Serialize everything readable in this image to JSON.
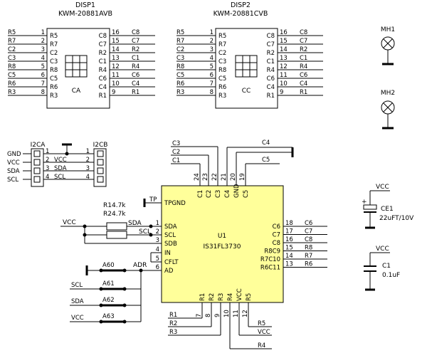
{
  "disp1": {
    "ref": "DISP1",
    "part": "KWM-20881AVB",
    "type": "CA",
    "left_nets": [
      "R5",
      "R7",
      "C2",
      "C3",
      "R8",
      "C5",
      "R6",
      "R3"
    ],
    "left_pin_nums": [
      "1",
      "2",
      "3",
      "4",
      "5",
      "6",
      "7",
      "8"
    ],
    "left_pin_names": [
      "R5",
      "R7",
      "C2",
      "C3",
      "R8",
      "C5",
      "R6",
      "R3"
    ],
    "right_pin_names": [
      "C8",
      "C7",
      "R2",
      "C1",
      "R4",
      "C6",
      "C4",
      "R1"
    ],
    "right_pin_nums": [
      "16",
      "15",
      "14",
      "13",
      "12",
      "11",
      "10",
      "9"
    ],
    "right_nets": [
      "C8",
      "C7",
      "R2",
      "C1",
      "R4",
      "C6",
      "C4",
      "R1"
    ]
  },
  "disp2": {
    "ref": "DISP2",
    "part": "KWM-20881CVB",
    "type": "CC",
    "left_nets": [
      "R5",
      "R7",
      "C2",
      "C3",
      "R8",
      "C5",
      "R6",
      "R3"
    ],
    "left_pin_nums": [
      "1",
      "2",
      "3",
      "4",
      "5",
      "6",
      "7",
      "8"
    ],
    "left_pin_names": [
      "R5",
      "R7",
      "C2",
      "C3",
      "R8",
      "C5",
      "R6",
      "R3"
    ],
    "right_pin_names": [
      "C8",
      "C7",
      "R2",
      "C1",
      "R4",
      "C6",
      "C4",
      "R1"
    ],
    "right_pin_nums": [
      "16",
      "15",
      "14",
      "13",
      "12",
      "11",
      "10",
      "9"
    ],
    "right_nets": [
      "C8",
      "C7",
      "R2",
      "C1",
      "R4",
      "C6",
      "C4",
      "R1"
    ]
  },
  "mounting": {
    "mh1": "MH1",
    "mh2": "MH2"
  },
  "connectors": {
    "i2ca": "I2CA",
    "i2cb": "I2CB",
    "ext_nets": [
      "GND",
      "VCC",
      "SDA",
      "SCL"
    ],
    "pin_nums": [
      "1",
      "2",
      "3",
      "4"
    ],
    "inner_nets": [
      "VCC",
      "SDA",
      "SCL"
    ]
  },
  "u1": {
    "ref": "U1",
    "part": "IS31FL3730",
    "top_pin_names": [
      "C1",
      "C2",
      "C3",
      "C4",
      "GND",
      "C5"
    ],
    "top_pin_nums": [
      "24",
      "23",
      "22",
      "21",
      "20",
      "19"
    ],
    "top_nets": [
      "C1",
      "C2",
      "C3",
      "C4",
      "C5"
    ],
    "left_pin_names": [
      "TPGND",
      "SDA",
      "SCL",
      "SDB",
      "IN",
      "CFLT",
      "AD"
    ],
    "left_pin_nums": [
      "1",
      "2",
      "3",
      "4",
      "5",
      "6"
    ],
    "tp_label": "TP",
    "right_pin_names": [
      "C6",
      "C7",
      "C8",
      "R8C9",
      "R7C10",
      "R6C11"
    ],
    "right_pin_nums": [
      "18",
      "17",
      "16",
      "15",
      "14",
      "13"
    ],
    "right_nets": [
      "C6",
      "C7",
      "C8",
      "R8",
      "R7",
      "R6"
    ],
    "bottom_pin_names": [
      "R1",
      "R2",
      "R3",
      "R4",
      "VCC",
      "R5"
    ],
    "bottom_pin_nums": [
      "7",
      "8",
      "9",
      "10",
      "11",
      "12"
    ],
    "bottom_nets": [
      "R1",
      "R2",
      "R3",
      "R4",
      "VCC",
      "R5"
    ]
  },
  "resistors": {
    "r1": "R14.7k",
    "r2": "R24.7k",
    "vcc": "VCC",
    "sda": "SDA",
    "scl": "SCL"
  },
  "address": {
    "adr": "ADR",
    "jumpers": [
      "A60",
      "A61",
      "A62",
      "A63"
    ],
    "nets": [
      "SCL",
      "SDA",
      "VCC"
    ]
  },
  "caps": {
    "ce1_net": "VCC",
    "ce1_ref": "CE1",
    "ce1_value": "22uFT/10V",
    "ce1_plus": "+",
    "c1_net": "VCC",
    "c1_ref": "C1",
    "c1_value": "0.1uF"
  }
}
